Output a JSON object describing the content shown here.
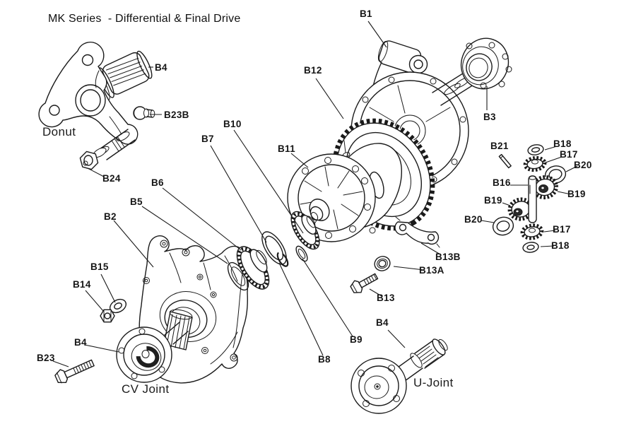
{
  "title": "MK Series  - Differential & Final Drive",
  "captions": {
    "donut": "Donut",
    "cv_joint": "CV Joint",
    "u_joint": "U-Joint"
  },
  "labels": {
    "b1": "B1",
    "b2": "B2",
    "b3": "B3",
    "b4": "B4",
    "b5": "B5",
    "b6": "B6",
    "b7": "B7",
    "b8": "B8",
    "b9": "B9",
    "b10": "B10",
    "b11": "B11",
    "b12": "B12",
    "b13": "B13",
    "b13a": "B13A",
    "b13b": "B13B",
    "b14": "B14",
    "b15": "B15",
    "b16": "B16",
    "b17": "B17",
    "b18": "B18",
    "b19": "B19",
    "b20": "B20",
    "b21": "B21",
    "b23": "B23",
    "b23b": "B23B",
    "b24": "B24"
  },
  "colors": {
    "ink": "#1a1a1a",
    "paper": "#ffffff"
  }
}
